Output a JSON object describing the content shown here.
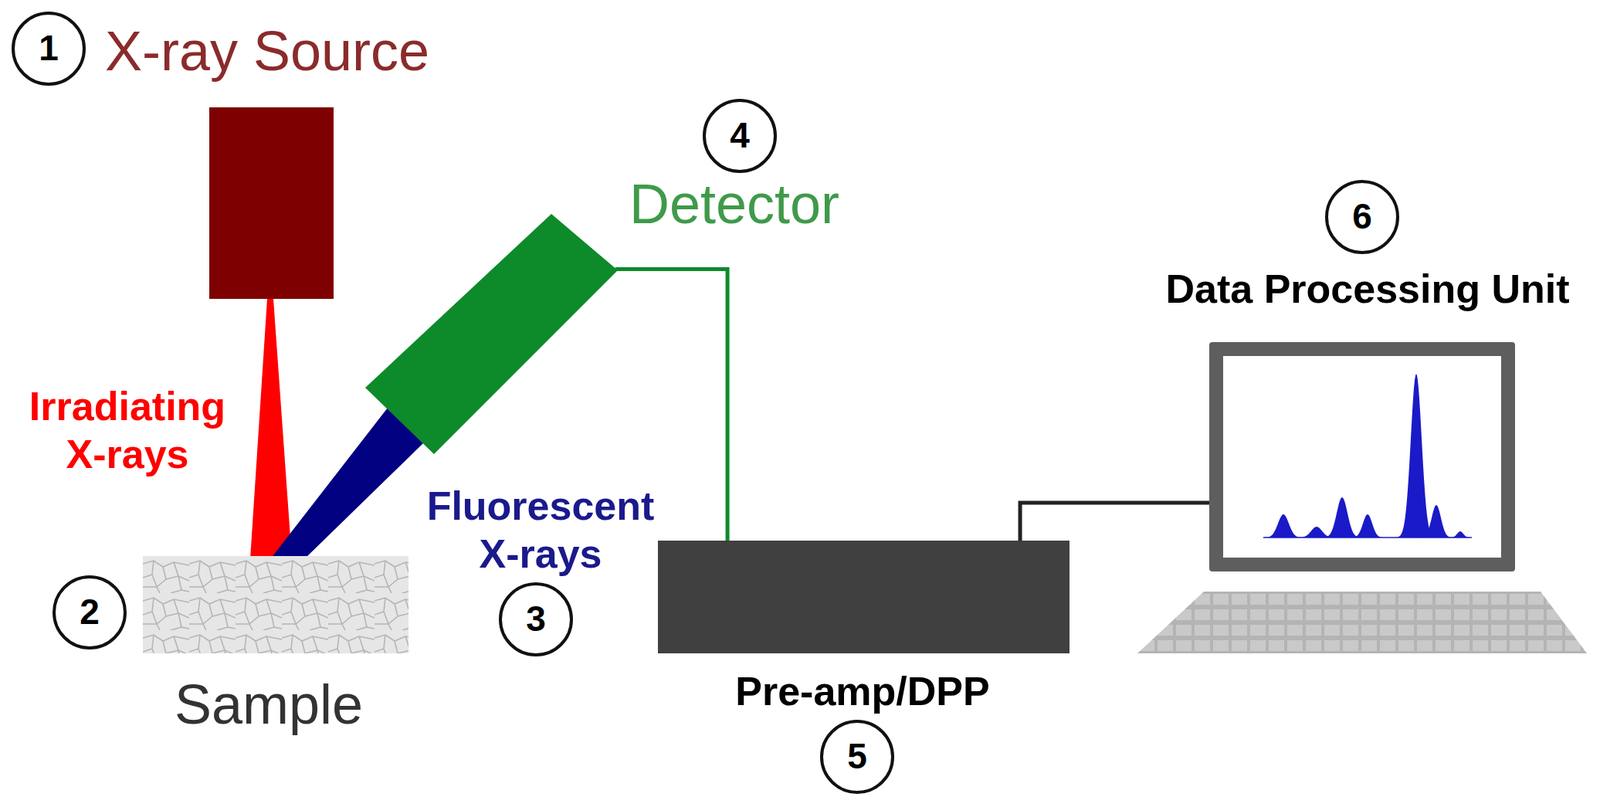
{
  "diagram": {
    "nodes": [
      {
        "text": [
          "X-ray Source"
        ]
      },
      {
        "text": [
          "Sample"
        ]
      },
      {
        "text": [
          "Detector"
        ]
      },
      {
        "text": [
          "Pre-amp/DPP"
        ]
      },
      {
        "text": [
          "Data Processing Unit"
        ]
      }
    ],
    "edges": [
      {
        "from": 2,
        "to": 3,
        "arrow": "none"
      },
      {
        "from": 3,
        "to": 4,
        "arrow": "none"
      }
    ],
    "labels": [
      "1",
      "Irradiating X-rays",
      "2",
      "Fluorescent X-rays",
      "3",
      "4",
      "5",
      "6"
    ]
  }
}
